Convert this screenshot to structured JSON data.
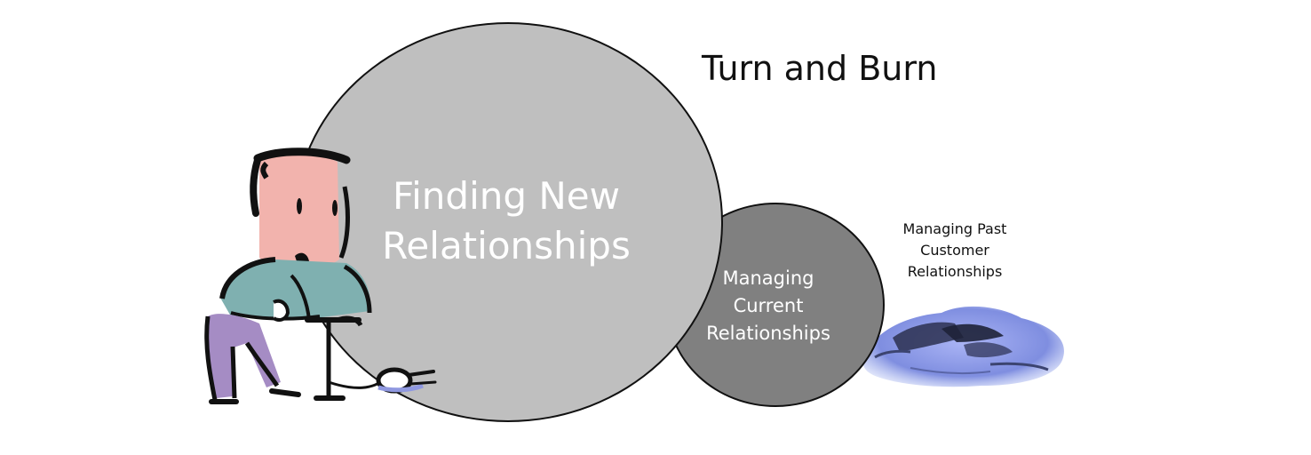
{
  "title": "Turn and Burn",
  "circles": {
    "finding_new": "Finding New\nRelationships",
    "managing_current": "Managing\nCurrent\nRelationships"
  },
  "managing_past": "Managing Past\nCustomer\nRelationships",
  "colors": {
    "big_circle": "#bfbfbf",
    "mid_circle": "#808080",
    "skin": "#f2b3ad",
    "shirt": "#7fb0b0",
    "pants": "#a58cc4",
    "wreck": "#8896e6"
  },
  "icons": {
    "man": "man-pumping-tire-icon",
    "wreck": "crashed-car-wreck-icon"
  }
}
